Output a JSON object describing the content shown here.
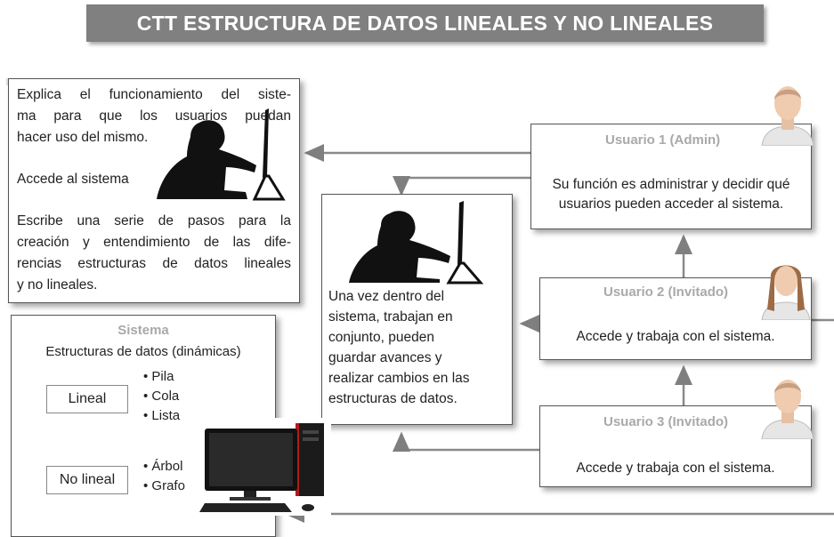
{
  "title": "CTT ESTRUCTURA DE DATOS LINEALES Y NO LINEALES",
  "left_box": {
    "lines_top": [
      "Explica el funcionamiento del siste-",
      "ma para que los usuarios puedan",
      "hacer uso del mismo."
    ],
    "accede": "Accede al sistema",
    "lines_bottom": [
      "Escribe una serie de pasos para la",
      "creación y entendimiento de las dife-",
      "rencias estructuras de datos lineales",
      "y no lineales."
    ]
  },
  "center_box": {
    "lines": [
      "Una vez dentro del",
      "sistema, trabajan en",
      "conjunto, pueden",
      "guardar avances y",
      "realizar cambios en las",
      "estructuras de datos."
    ]
  },
  "users": [
    {
      "title": "Usuario 1 (Admin)",
      "lines": [
        "Su función es administrar y decidir qué",
        "usuarios pueden acceder al sistema."
      ]
    },
    {
      "title": "Usuario 2 (Invitado)",
      "lines": [
        "Accede y trabaja con el sistema."
      ]
    },
    {
      "title": "Usuario 3 (Invitado)",
      "lines": [
        "Accede y trabaja con el sistema."
      ]
    }
  ],
  "system": {
    "title": "Sistema",
    "subtitle": "Estructuras de datos (dinámicas)",
    "lineal_label": "Lineal",
    "lineal_items": [
      "Pila",
      "Cola",
      "Lista"
    ],
    "nolineal_label": "No lineal",
    "nolineal_items": [
      "Árbol",
      "Grafo"
    ]
  },
  "icons": [
    "person-at-computer-icon",
    "person-at-computer-icon",
    "male-user-avatar-icon",
    "female-user-avatar-icon",
    "male-user-avatar-icon",
    "desktop-computer-icon"
  ],
  "colors": {
    "title_bg": "#808080",
    "user_title": "#a9a9a9",
    "arrow": "#7f7f7f"
  }
}
